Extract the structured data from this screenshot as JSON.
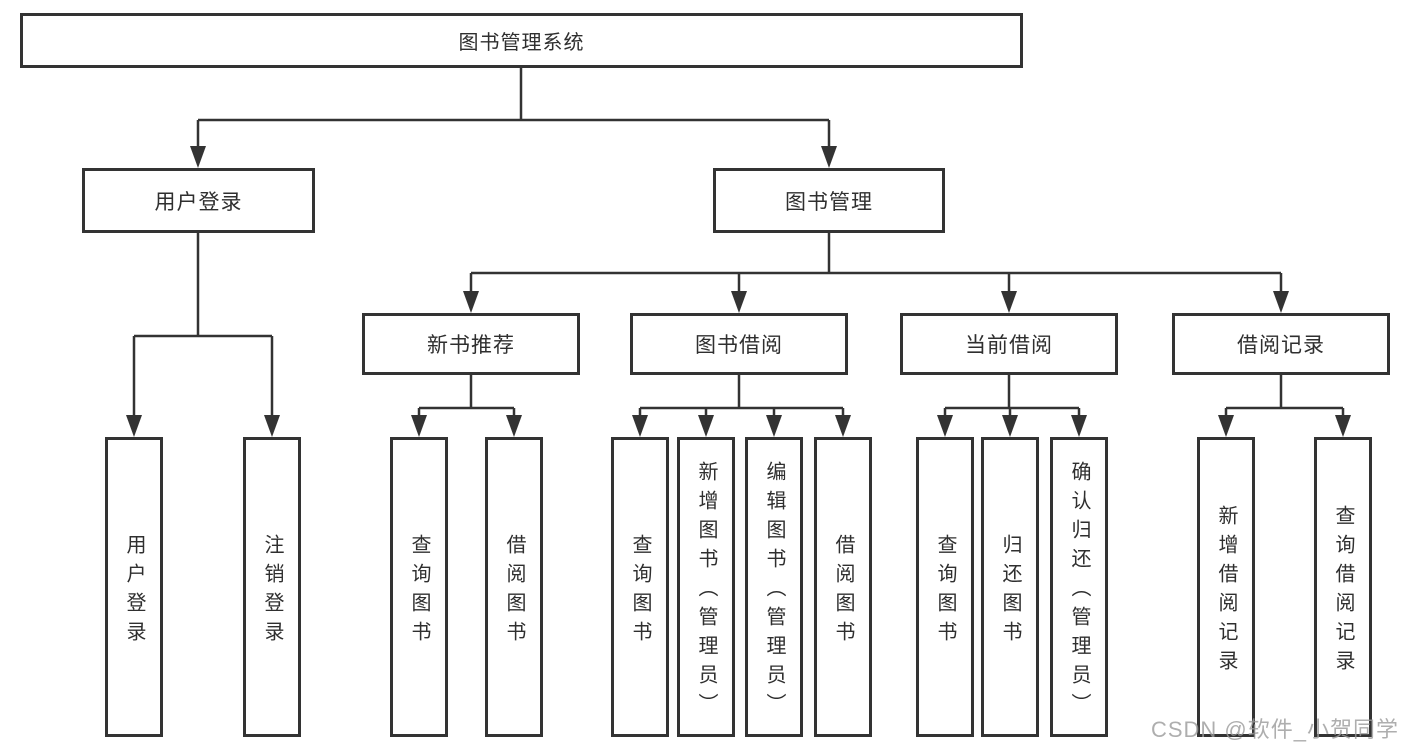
{
  "diagram": {
    "tree": {
      "label": "图书管理系统",
      "children": [
        {
          "label": "用户登录",
          "children": [
            {
              "label": "用户登录"
            },
            {
              "label": "注销登录"
            }
          ]
        },
        {
          "label": "图书管理",
          "children": [
            {
              "label": "新书推荐",
              "children": [
                {
                  "label": "查询图书"
                },
                {
                  "label": "借阅图书"
                }
              ]
            },
            {
              "label": "图书借阅",
              "children": [
                {
                  "label": "查询图书"
                },
                {
                  "label": "新增图书（管理员）"
                },
                {
                  "label": "编辑图书（管理员）"
                },
                {
                  "label": "借阅图书"
                }
              ]
            },
            {
              "label": "当前借阅",
              "children": [
                {
                  "label": "查询图书"
                },
                {
                  "label": "归还图书"
                },
                {
                  "label": "确认归还（管理员）"
                }
              ]
            },
            {
              "label": "借阅记录",
              "children": [
                {
                  "label": "新增借阅记录"
                },
                {
                  "label": "查询借阅记录"
                }
              ]
            }
          ]
        }
      ]
    },
    "colors": {
      "line": "#333333",
      "box_border": "#333333",
      "text": "#2f2f2f",
      "background": "#ffffff",
      "watermark": "#9a9a9a"
    }
  },
  "watermark": {
    "text": "CSDN @软件_小贺同学"
  }
}
